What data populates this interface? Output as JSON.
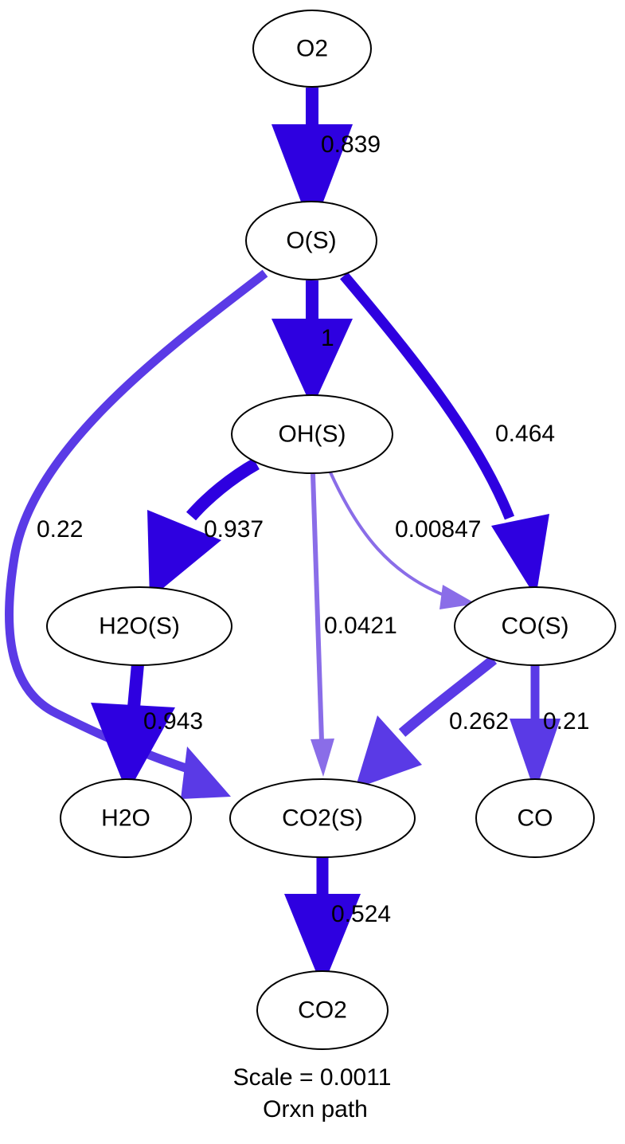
{
  "nodes": {
    "o2": "O2",
    "o_s": "O(S)",
    "oh_s": "OH(S)",
    "h2o_s": "H2O(S)",
    "co_s": "CO(S)",
    "h2o": "H2O",
    "co2_s": "CO2(S)",
    "co": "CO",
    "co2": "CO2"
  },
  "edges": {
    "o2_to_o_s": "0.839",
    "o_s_to_oh_s": "1",
    "o_s_to_co_s": "0.464",
    "o_s_to_co2_s": "0.22",
    "oh_s_to_h2o_s": "0.937",
    "oh_s_to_co_s": "0.00847",
    "oh_s_to_co2_s": "0.0421",
    "h2o_s_to_h2o": "0.943",
    "co_s_to_co2_s": "0.262",
    "co_s_to_co": "0.21",
    "co2_s_to_co2": "0.524"
  },
  "caption": {
    "scale": "Scale = 0.0011",
    "subtitle": "Orxn path"
  },
  "colors": {
    "strong": "#2e00e0",
    "medium": "#5a3ae6",
    "light": "#8a6de8",
    "node_stroke": "#000000",
    "node_fill": "#ffffff"
  }
}
